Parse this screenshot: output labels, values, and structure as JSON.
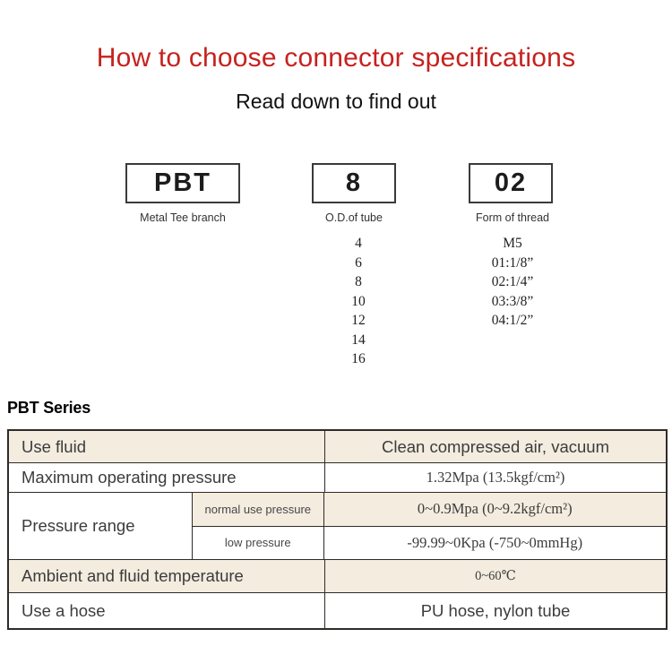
{
  "header": {
    "title": "How to choose connector specifications",
    "subtitle": "Read down to find out"
  },
  "selector": {
    "boxes": [
      {
        "code": "PBT",
        "label": "Metal Tee branch"
      },
      {
        "code": "8",
        "label": "O.D.of tube"
      },
      {
        "code": "02",
        "label": "Form of thread"
      }
    ],
    "tube_options": [
      "4",
      "6",
      "8",
      "10",
      "12",
      "14",
      "16"
    ],
    "thread_options": [
      "M5",
      "01:1/8”",
      "02:1/4”",
      "03:3/8”",
      "04:1/2”"
    ]
  },
  "series": {
    "heading": "PBT Series",
    "table": {
      "use_fluid": {
        "label": "Use fluid",
        "value": "Clean compressed air, vacuum"
      },
      "max_pressure": {
        "label": "Maximum operating pressure",
        "value": "1.32Mpa (13.5kgf/cm²)"
      },
      "pressure_range": {
        "label": "Pressure range",
        "normal": {
          "label": "normal use pressure",
          "value": "0~0.9Mpa (0~9.2kgf/cm²)"
        },
        "low": {
          "label": "low pressure",
          "value": "-99.99~0Kpa (-750~0mmHg)"
        }
      },
      "temperature": {
        "label": "Ambient and fluid temperature",
        "value": "0~60℃"
      },
      "hose": {
        "label": "Use a hose",
        "value": "PU hose, nylon tube"
      }
    }
  },
  "colors": {
    "title_red": "#c5221f",
    "row_beige": "#f3ecdf",
    "table_border": "#2e2b28",
    "text_dark": "#3c3c3c"
  }
}
